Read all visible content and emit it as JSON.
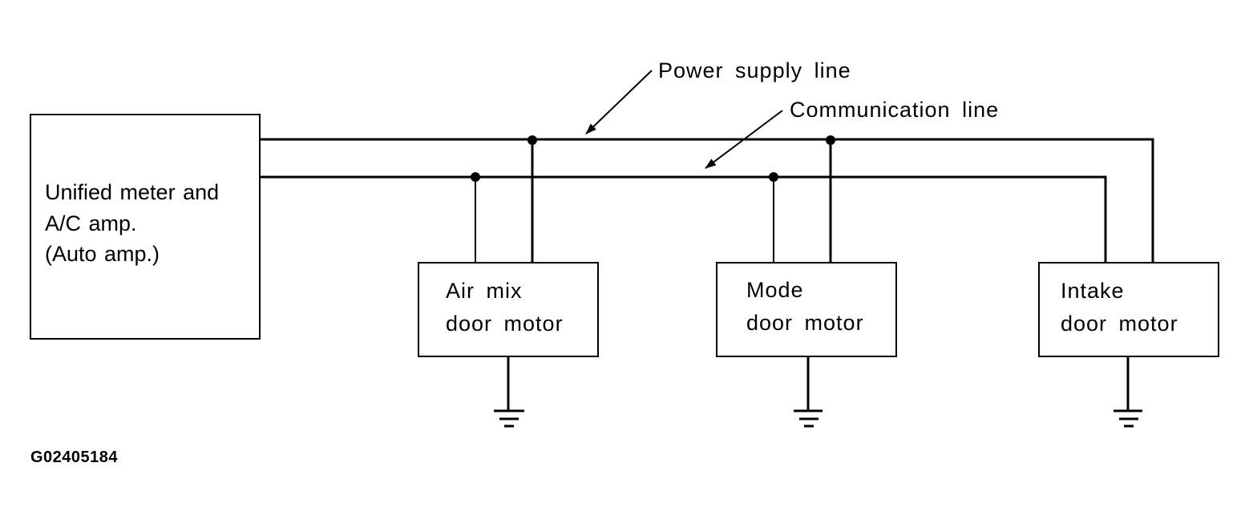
{
  "diagram": {
    "figure_code": "G02405184",
    "labels": {
      "power_supply_line": "Power supply line",
      "communication_line": "Communication line"
    },
    "amp": {
      "line1": "Unified meter and",
      "line2": "A/C amp.",
      "line3": "(Auto amp.)"
    },
    "motors": [
      {
        "line1": "Air mix",
        "line2": "door motor"
      },
      {
        "line1": "Mode",
        "line2": "door motor"
      },
      {
        "line1": "Intake",
        "line2": "door motor"
      }
    ]
  }
}
